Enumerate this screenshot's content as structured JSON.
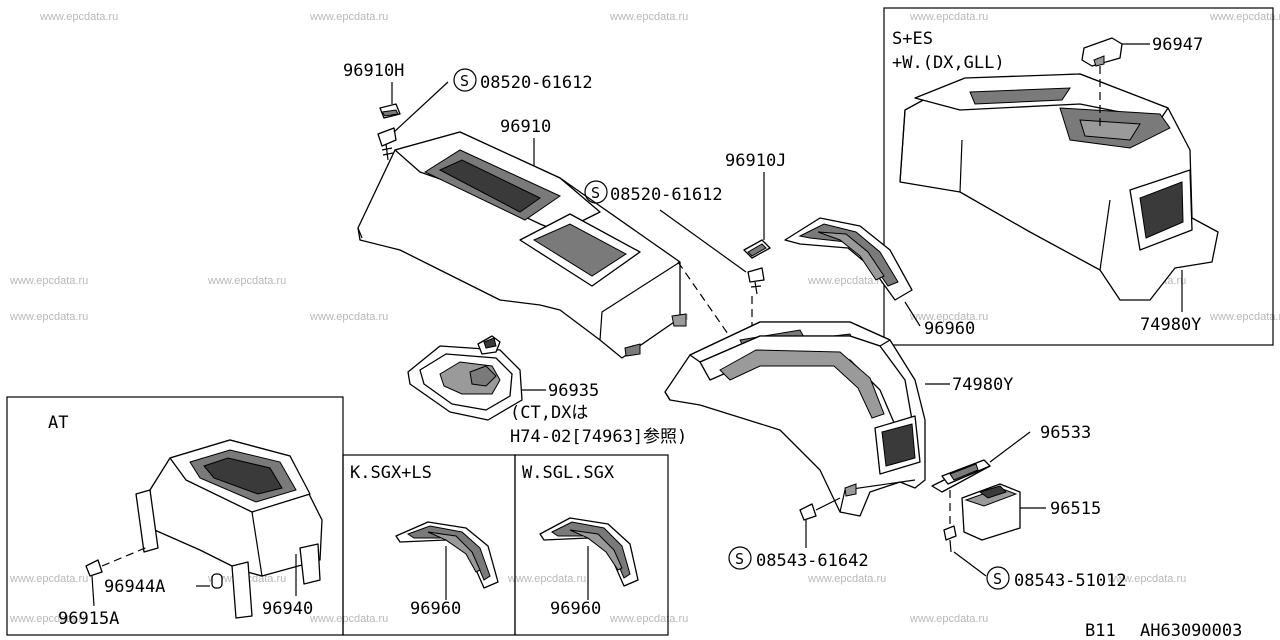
{
  "watermark": "www.epcdata.ru",
  "labels": {
    "p96910H": "96910H",
    "s08520_a": "08520-61612",
    "p96910": "96910",
    "p96910J": "96910J",
    "s08520_b": "08520-61612",
    "p96960_top": "96960",
    "p74980Y_main": "74980Y",
    "p96935": "96935",
    "note_line1": "(CT,DXは",
    "note_line2": "H74-02[74963]参照)",
    "p96533": "96533",
    "p96515": "96515",
    "s08543_a": "08543-61642",
    "s08543_b": "08543-51012",
    "p96947": "96947",
    "p74980Y_box": "74980Y",
    "variant_se_line1": "S+ES",
    "variant_se_line2": "+W.(DX,GLL)",
    "at_title": "AT",
    "p96944A": "96944A",
    "p96915A": "96915A",
    "p96940": "96940",
    "ksgx_title": "K.SGX+LS",
    "p96960_k": "96960",
    "wsgl_title": "W.SGL.SGX",
    "p96960_w": "96960",
    "page_code": "B11",
    "drawing_code": "AH63090003",
    "s_symbol": "S"
  }
}
